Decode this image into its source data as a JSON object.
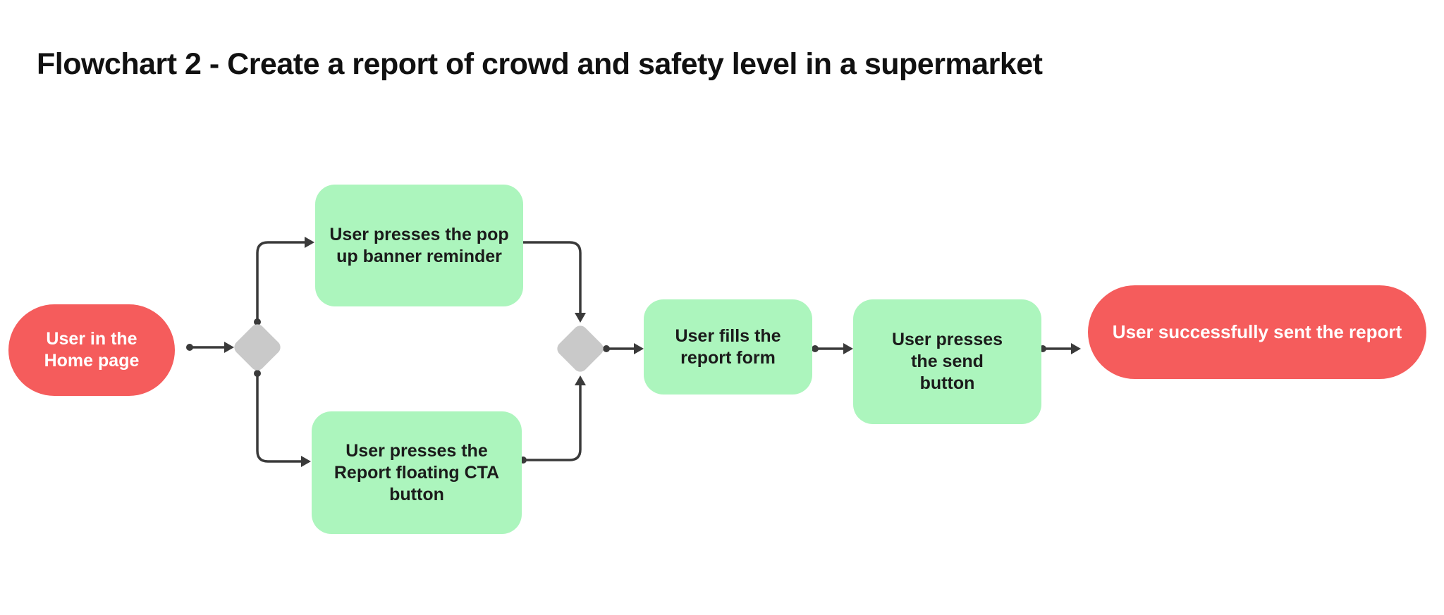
{
  "title": "Flowchart 2 - Create a report of crowd and safety level in a supermarket",
  "colors": {
    "terminal_fill": "#f55c5c",
    "terminal_text": "#ffffff",
    "process_fill": "#acf5bd",
    "process_text": "#1b1b1b",
    "decision_fill": "#c9c9c9",
    "connector": "#3a3a3a",
    "background": "#ffffff",
    "title_text": "#111111"
  },
  "nodes": {
    "start": {
      "type": "terminal",
      "label": "User in the Home page"
    },
    "decision_1": {
      "type": "decision",
      "label": ""
    },
    "branch_top": {
      "type": "process",
      "label": "User presses the pop up banner reminder"
    },
    "branch_bottom": {
      "type": "process",
      "label": "User presses the Report floating CTA button"
    },
    "decision_2": {
      "type": "decision",
      "label": ""
    },
    "fill_form": {
      "type": "process",
      "label": "User fills the report form"
    },
    "press_send": {
      "type": "process",
      "label": "User presses the send button"
    },
    "end": {
      "type": "terminal",
      "label": "User successfully sent the report"
    }
  }
}
